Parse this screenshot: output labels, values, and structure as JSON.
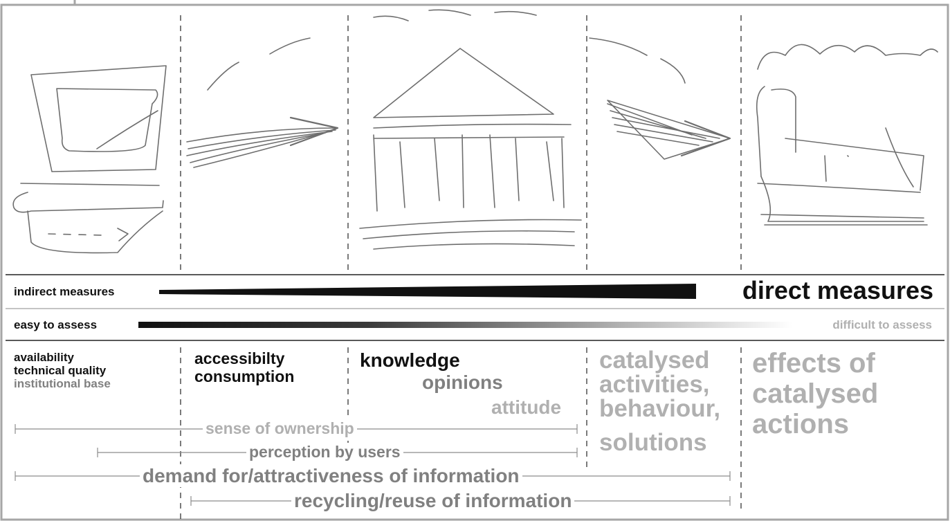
{
  "colors": {
    "black": "#111111",
    "dark_gray": "#808080",
    "light_gray": "#b0b0b0",
    "frame": "#a6a6a6",
    "sketch": "#6e6e6e"
  },
  "sketches": [
    {
      "name": "computer-sketch",
      "depicts": "computer"
    },
    {
      "name": "arrow-sketch",
      "depicts": "arrow"
    },
    {
      "name": "building-sketch",
      "depicts": "building"
    },
    {
      "name": "arrow-sketch",
      "depicts": "arrow"
    },
    {
      "name": "factory-sketch",
      "depicts": "factory"
    }
  ],
  "scales": {
    "measures": {
      "left_label": "indirect measures",
      "right_label": "direct measures"
    },
    "assessment": {
      "left_label": "easy to assess",
      "right_label": "difficult to assess"
    }
  },
  "stages": [
    {
      "lines": [
        "availability",
        "technical quality",
        "institutional base"
      ]
    },
    {
      "lines": [
        "accessibilty",
        "consumption"
      ]
    },
    {
      "lines": [
        "knowledge",
        "opinions",
        "attitude"
      ]
    },
    {
      "lines": [
        "catalysed",
        "activities,",
        "behaviour,",
        "solutions"
      ]
    },
    {
      "lines": [
        "effects of",
        "catalysed",
        "actions"
      ]
    }
  ],
  "spans": [
    {
      "label": "sense of ownership"
    },
    {
      "label": "perception by users"
    },
    {
      "label": "demand for/attractiveness of information"
    },
    {
      "label": "recycling/reuse of information"
    }
  ]
}
